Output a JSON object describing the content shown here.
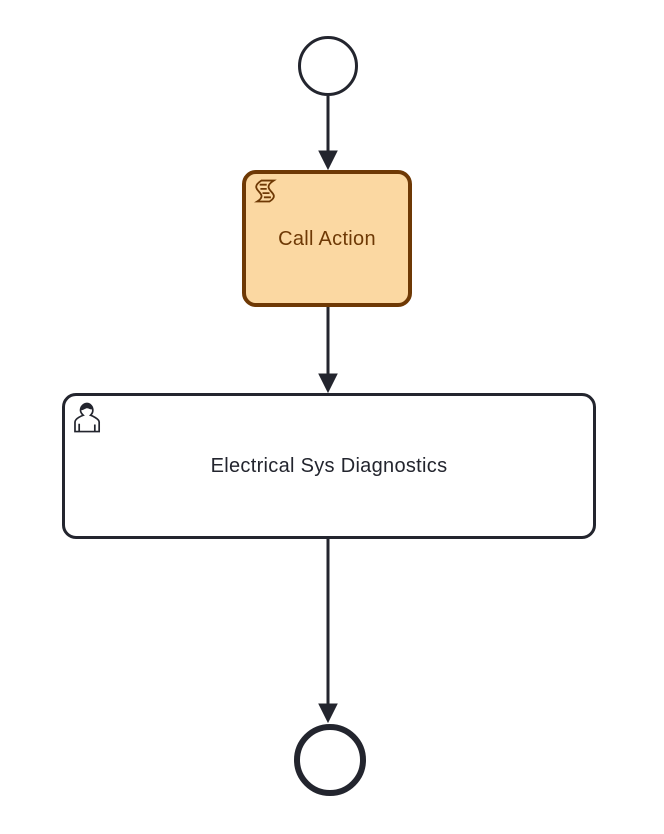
{
  "diagram": {
    "type": "bpmn-process",
    "background": "#ffffff",
    "colors": {
      "flow_stroke": "#23252e",
      "call_action_fill": "#fbd8a2",
      "call_action_stroke": "#6e3905",
      "call_action_text": "#6e3905",
      "user_task_fill": "#ffffff",
      "user_task_stroke": "#23252e",
      "user_task_text": "#23252e"
    },
    "nodes": {
      "start_event": {
        "kind": "start-event",
        "label": ""
      },
      "call_action": {
        "kind": "script-activity",
        "label": "Call Action",
        "icon": "script-icon"
      },
      "diagnostics_task": {
        "kind": "user-task",
        "label": "Electrical Sys Diagnostics",
        "icon": "user-icon"
      },
      "end_event": {
        "kind": "end-event",
        "label": ""
      }
    },
    "connections": [
      {
        "from": "start_event",
        "to": "call_action"
      },
      {
        "from": "call_action",
        "to": "diagnostics_task"
      },
      {
        "from": "diagnostics_task",
        "to": "end_event"
      }
    ]
  }
}
